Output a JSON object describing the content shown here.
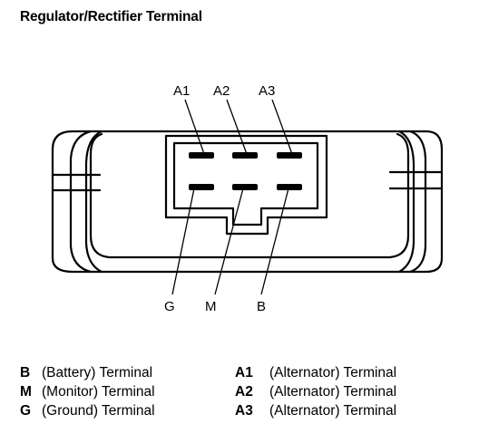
{
  "title": "Regulator/Rectifier Terminal",
  "terminals": {
    "A1": "A1",
    "A2": "A2",
    "A3": "A3",
    "G": "G",
    "M": "M",
    "B": "B"
  },
  "legend_left": [
    {
      "code": "B",
      "desc": "(Battery) Terminal"
    },
    {
      "code": "M",
      "desc": "(Monitor) Terminal"
    },
    {
      "code": "G",
      "desc": "(Ground) Terminal"
    }
  ],
  "legend_right": [
    {
      "code": "A1",
      "desc": "(Alternator) Terminal"
    },
    {
      "code": "A2",
      "desc": "(Alternator) Terminal"
    },
    {
      "code": "A3",
      "desc": "(Alternator) Terminal"
    }
  ]
}
